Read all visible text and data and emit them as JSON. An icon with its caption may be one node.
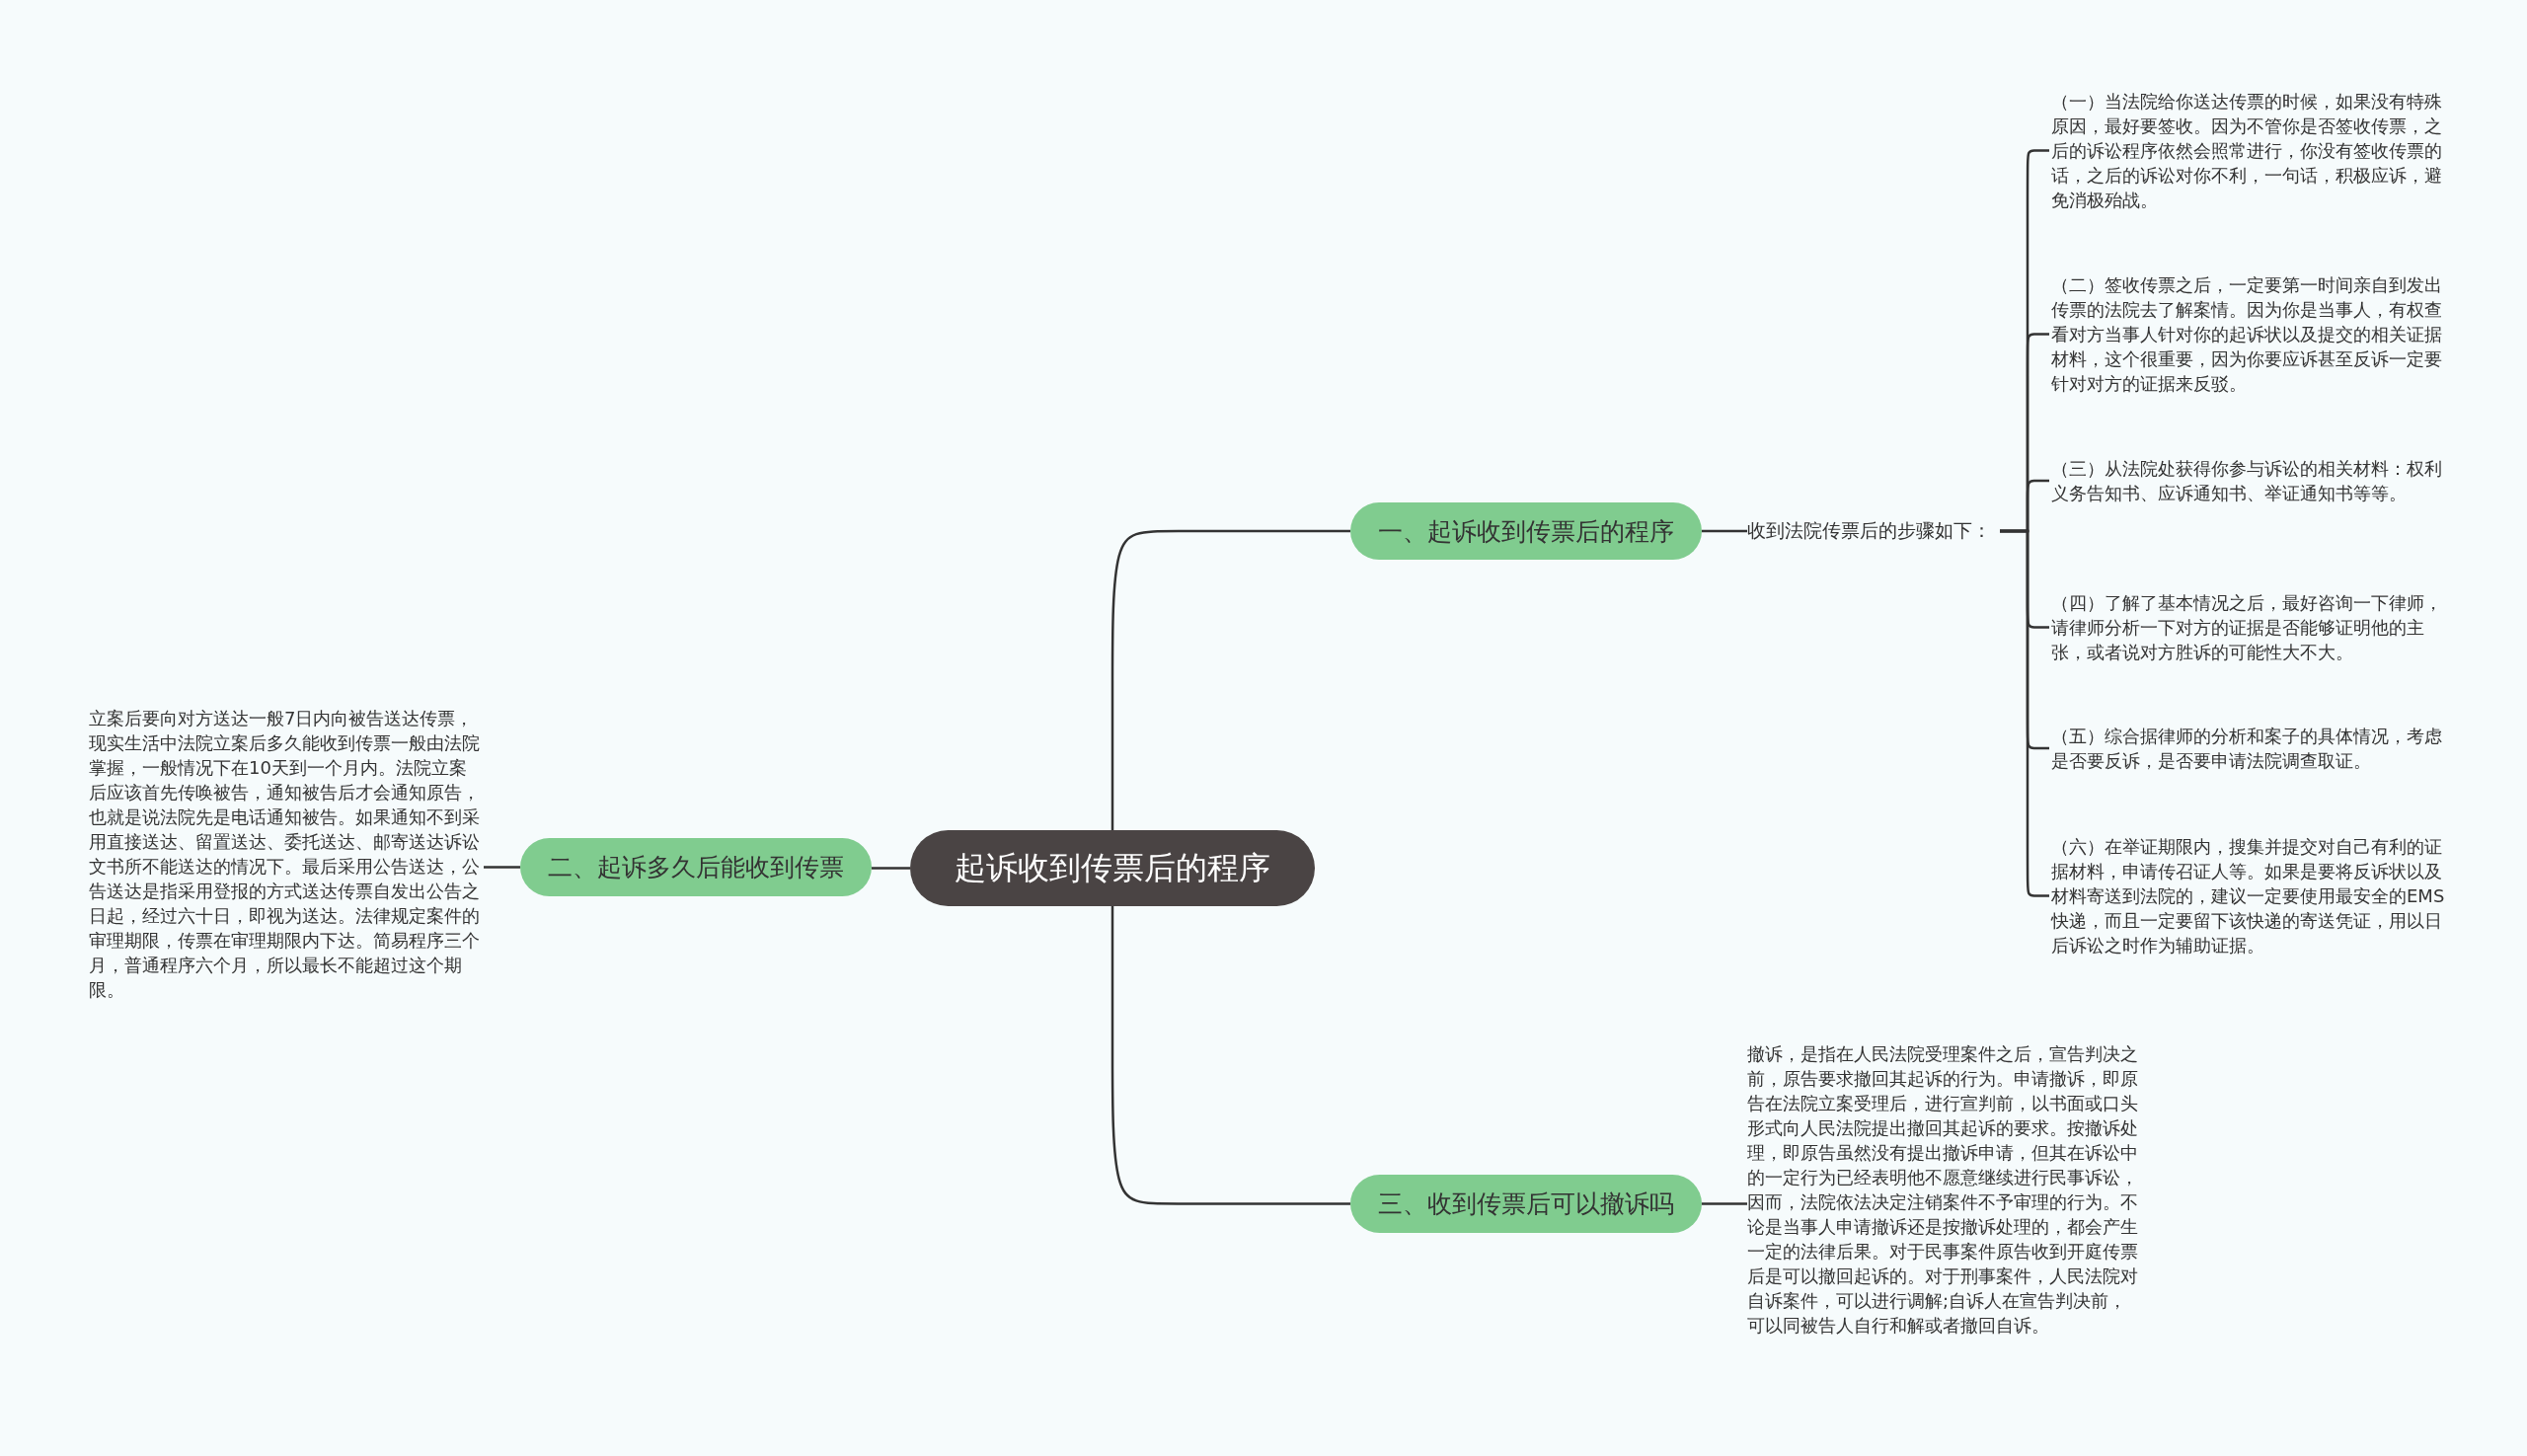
{
  "diagram": {
    "nodes": [
      {
        "text": [
          "起诉收到传票后的程序"
        ]
      },
      {
        "text": [
          "一、起诉收到传票后的程序"
        ]
      },
      {
        "text": [
          "收到法院传票后的步骤如下："
        ]
      },
      {
        "text": [
          "（一）当法院给你送达传票的时候，如果没有特殊原因，最好要签收。因为不管你是否签收传票，之后的诉讼程序依然会照常进行，你没有签收传票的话，之后的诉讼对你不利，一句话，积极应诉，避免消极殆战。"
        ]
      },
      {
        "text": [
          "（二）签收传票之后，一定要第一时间亲自到发出传票的法院去了解案情。因为你是当事人，有权查看对方当事人针对你的起诉状以及提交的相关证据材料，这个很重要，因为你要应诉甚至反诉一定要针对对方的证据来反驳。"
        ]
      },
      {
        "text": [
          "（三）从法院处获得你参与诉讼的相关材料：权利义务告知书、应诉通知书、举证通知书等等。"
        ]
      },
      {
        "text": [
          "（四）了解了基本情况之后，最好咨询一下律师，请律师分析一下对方的证据是否能够证明他的主张，或者说对方胜诉的可能性大不大。"
        ]
      },
      {
        "text": [
          "（五）综合据律师的分析和案子的具体情况，考虑是否要反诉，是否要申请法院调查取证。"
        ]
      },
      {
        "text": [
          "（六）在举证期限内，搜集并提交对自己有利的证据材料，申请传召证人等。如果是要将反诉状以及材料寄送到法院的，建议一定要使用最安全的EMS快递，而且一定要留下该快递的寄送凭证，用以日后诉讼之时作为辅助证据。"
        ]
      },
      {
        "text": [
          "二、起诉多久后能收到传票"
        ]
      },
      {
        "text": [
          "立案后要向对方送达一般7日内向被告送达传票，现实生活中法院立案后多久能收到传票一般由法院掌握，一般情况下在10天到一个月内。法院立案后应该首先传唤被告，通知被告后才会通知原告，也就是说法院先是电话通知被告。如果通知不到采用直接送达、留置送达、委托送达、邮寄送达诉讼文书所不能送达的情况下。最后采用公告送达，公告送达是指采用登报的方式送达传票自发出公告之日起，经过六十日，即视为送达。法律规定案件的审理期限，传票在审理期限内下达。简易程序三个月，普通程序六个月，所以最长不能超过这个期限。"
        ]
      },
      {
        "text": [
          "三、收到传票后可以撤诉吗"
        ]
      },
      {
        "text": [
          "撤诉，是指在人民法院受理案件之后，宣告判决之前，原告要求撤回其起诉的行为。申请撤诉，即原告在法院立案受理后，进行宣判前，以书面或口头形式向人民法院提出撤回其起诉的要求。按撤诉处理，即原告虽然没有提出撤诉申请，但其在诉讼中的一定行为已经表明他不愿意继续进行民事诉讼，因而，法院依法决定注销案件不予审理的行为。不论是当事人申请撤诉还是按撤诉处理的，都会产生一定的法律后果。对于民事案件原告收到开庭传票后是可以撤回起诉的。对于刑事案件，人民法院对自诉案件，可以进行调解;自诉人在宣告判决前，可以同被告人自行和解或者撤回自诉。"
        ]
      }
    ],
    "edges": [
      {
        "from": 0,
        "to": 1,
        "arrow": "none"
      },
      {
        "from": 1,
        "to": 2,
        "arrow": "none"
      },
      {
        "from": 2,
        "to": 3,
        "arrow": "none"
      },
      {
        "from": 2,
        "to": 4,
        "arrow": "none"
      },
      {
        "from": 2,
        "to": 5,
        "arrow": "none"
      },
      {
        "from": 2,
        "to": 6,
        "arrow": "none"
      },
      {
        "from": 2,
        "to": 7,
        "arrow": "none"
      },
      {
        "from": 2,
        "to": 8,
        "arrow": "none"
      },
      {
        "from": 0,
        "to": 9,
        "arrow": "none"
      },
      {
        "from": 9,
        "to": 10,
        "arrow": "none"
      },
      {
        "from": 0,
        "to": 11,
        "arrow": "none"
      },
      {
        "from": 11,
        "to": 12,
        "arrow": "none"
      }
    ]
  }
}
